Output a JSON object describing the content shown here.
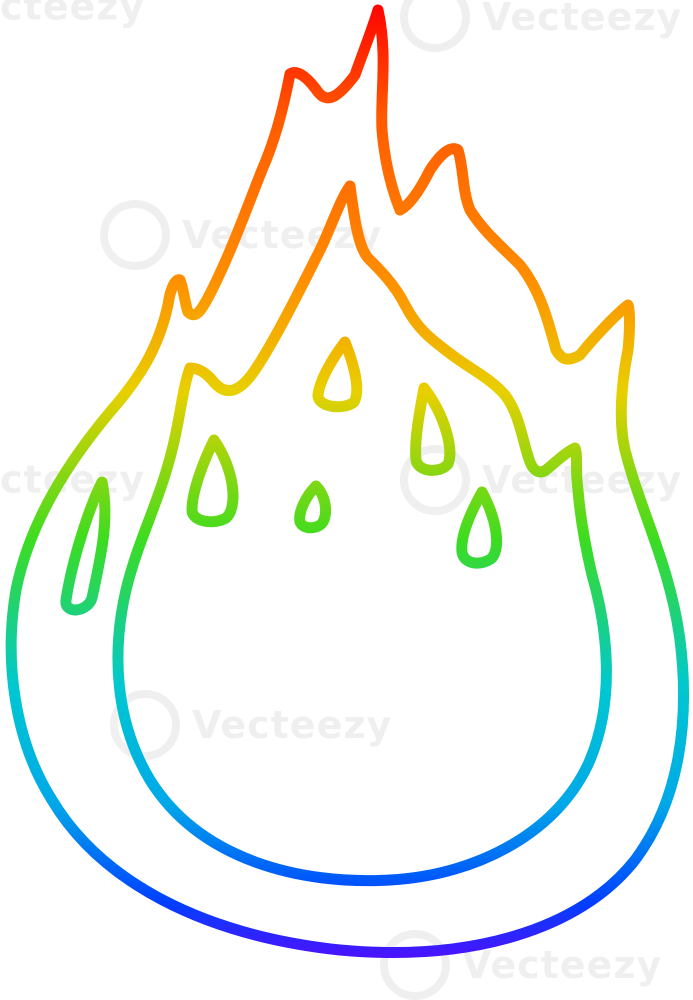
{
  "illustration": {
    "subject": "cartoon-flame",
    "gradient": {
      "top": "#ff0000",
      "orange": "#ff8c00",
      "yellow": "#e8d000",
      "green": "#3ddc20",
      "cyan": "#00c8d0",
      "blue": "#0040ff",
      "bottom": "#6a00ff"
    },
    "stroke_color_mode": "rainbow-vertical-gradient"
  },
  "watermark": {
    "text": "Vecteezy"
  }
}
